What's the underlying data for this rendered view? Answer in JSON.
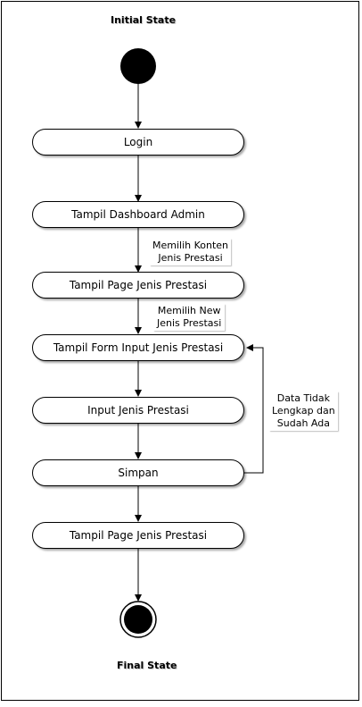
{
  "initial_state": {
    "label": "Initial State"
  },
  "final_state": {
    "label": "Final State"
  },
  "activities": [
    {
      "label": "Login"
    },
    {
      "label": "Tampil Dashboard Admin"
    },
    {
      "label": "Tampil Page Jenis Prestasi"
    },
    {
      "label": "Tampil Form Input Jenis Prestasi"
    },
    {
      "label": "Input Jenis Prestasi"
    },
    {
      "label": "Simpan"
    },
    {
      "label": "Tampil Page Jenis Prestasi"
    }
  ],
  "guards": [
    {
      "line1": "Memilih Konten",
      "line2": "Jenis Prestasi"
    },
    {
      "line1": "Memilih New",
      "line2": "Jenis Prestasi"
    },
    {
      "line1": "Data Tidak",
      "line2": "Lengkap dan",
      "line3": "Sudah Ada"
    }
  ],
  "colors": {
    "line": "#000000",
    "node_fill": "#ffffff",
    "initial_fill": "#000000"
  }
}
